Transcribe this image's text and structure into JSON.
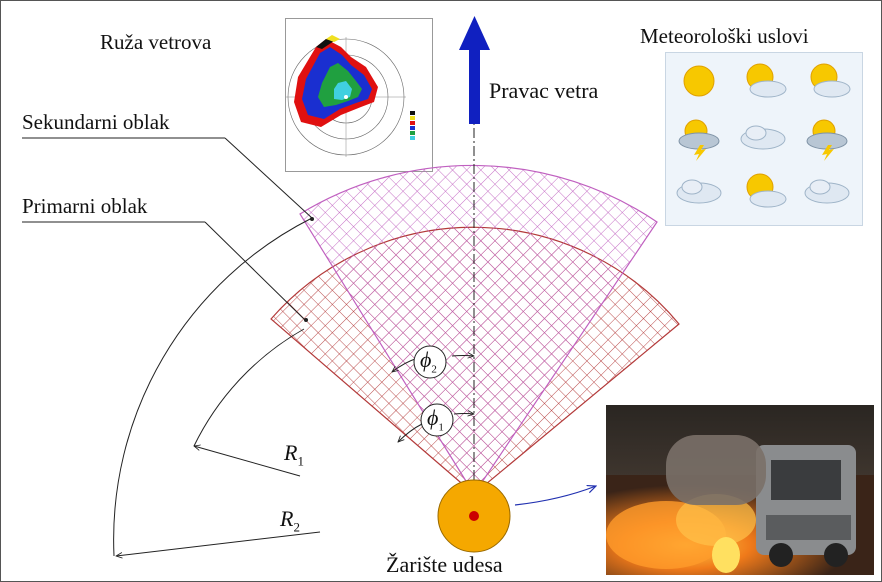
{
  "labels": {
    "wind_rose": "Ruža vetrova",
    "wind_direction": "Pravac vetra",
    "meteo": "Meteorološki uslovi",
    "secondary_cloud": "Sekundarni oblak",
    "primary_cloud": "Primarni oblak",
    "r1": "R",
    "r1_sub": "1",
    "r2": "R",
    "r2_sub": "2",
    "phi": "ϕ",
    "phi1_sub": "1",
    "phi2_sub": "2",
    "source": "Žarište udesa"
  },
  "colors": {
    "primary_hatch": "#b33a3a",
    "secondary_hatch": "#c060c0",
    "arrow": "#1020c0",
    "source_fill": "#f5a800",
    "source_dot": "#cc0000"
  },
  "icons": {
    "weather_grid": [
      "sun-icon",
      "sun-cloud-icon",
      "sun-cloud-icon",
      "storm-cloud-icon",
      "cloud-icon",
      "storm-cloud-icon",
      "cloud-icon",
      "sun-cloud-icon",
      "cloud-icon"
    ]
  }
}
